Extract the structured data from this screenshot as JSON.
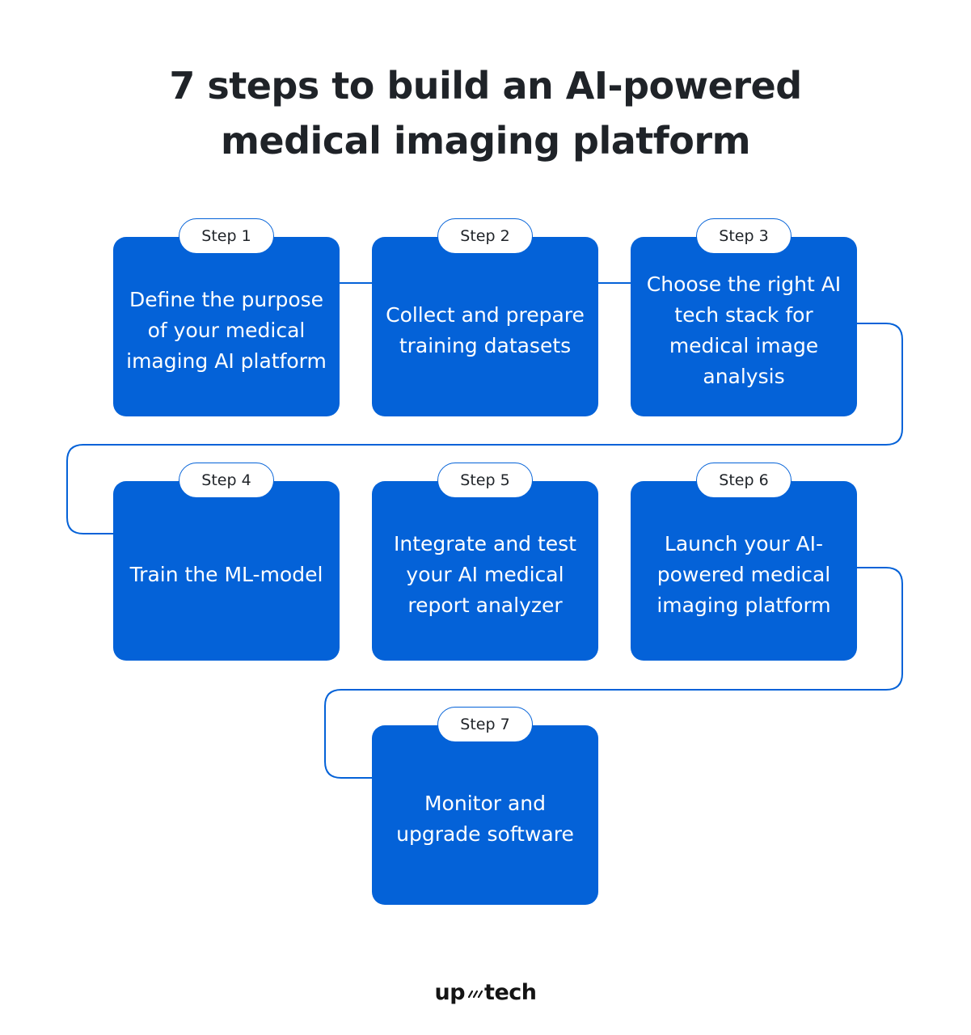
{
  "title": {
    "line1": "7 steps to build an AI-powered",
    "line2": "medical imaging platform"
  },
  "steps": [
    {
      "label": "Step 1",
      "text": "Define the purpose of your medical imaging AI platform"
    },
    {
      "label": "Step 2",
      "text": "Collect and prepare training datasets"
    },
    {
      "label": "Step 3",
      "text": "Choose the right AI tech stack for medical image analysis"
    },
    {
      "label": "Step 4",
      "text": "Train the ML-model"
    },
    {
      "label": "Step 5",
      "text": "Integrate and test your AI medical report analyzer"
    },
    {
      "label": "Step 6",
      "text": "Launch your AI-powered medical imaging platform"
    },
    {
      "label": "Step 7",
      "text": "Monitor and upgrade software"
    }
  ],
  "logo": {
    "left": "up",
    "right": "tech"
  },
  "colors": {
    "card": "#0462d8",
    "connector": "#0462d8",
    "title": "#1f2328"
  }
}
